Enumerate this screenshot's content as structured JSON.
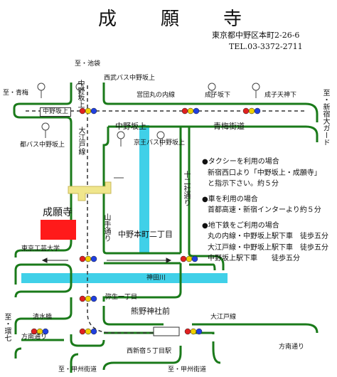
{
  "title": "成　願　寺",
  "address": {
    "line1": "東京都中野区本町2-26-6",
    "line2": "TEL.03-3372-2711"
  },
  "labels": {
    "ikebukuro": "至・池袋",
    "seibu_bus": "西武バス中野坂上",
    "ome": "至・青梅",
    "shinjuku_guard": "至・新宿大ガード",
    "nakano_sakaue_box": "中野坂上",
    "nakano_sakaue_vert": "中野坂上",
    "nakano_sakaue_main": "中野坂上",
    "marunouchi": "営団丸の内線",
    "naruko_sakashita": "成子坂下",
    "naruko_tenjinshita": "成子天神下",
    "oedo_vert": "大江戸線",
    "toei_bus": "都バス中野坂上",
    "keio_bus": "京王バス中野坂上",
    "ome_kaido": "青梅街道",
    "juniso_dori": "十二社通り",
    "temple": "成願寺",
    "yamate_dori": "山手通り",
    "honcho_2": "中野本町二丁目",
    "tokyo_kogei": "東京工芸大学",
    "kandagawa": "神田川",
    "yayoi_1": "弥生一丁目",
    "shimizubashi": "清水橋",
    "kumano": "熊野神社前",
    "oedo_line": "大江戸線",
    "nanaki": "至・環七",
    "honan_left": "方南通り",
    "honan_right": "方南通り",
    "nishishinjuku_5": "西新宿５丁目駅",
    "koshu_left": "至・甲州街道",
    "koshu_right": "至・甲州街道"
  },
  "info": {
    "taxi_head": "●タクシーを利用の場合",
    "taxi_1": "新宿西口より「中野坂上・成願寺」",
    "taxi_2": "と指示下さい。約５分",
    "car_head": "●車を利用の場合",
    "car_1": "首都高速・新宿インターより約５分",
    "subway_head": "●地下鉄をご利用の場合",
    "subway_1": "丸の内線・中野坂上駅下車　徒歩五分",
    "subway_2": "大江戸線・中野坂上駅下車　徒歩五分",
    "subway_3": "中野坂上駅下車　　徒歩五分"
  },
  "colors": {
    "road_edge": "#1a7a1a",
    "river": "#40d0e8",
    "temple_red": "#ff1a1a",
    "temple_building": "#f0e68c",
    "signal_red": "#e02020",
    "signal_yellow": "#f0d000",
    "signal_blue": "#2040e0"
  }
}
